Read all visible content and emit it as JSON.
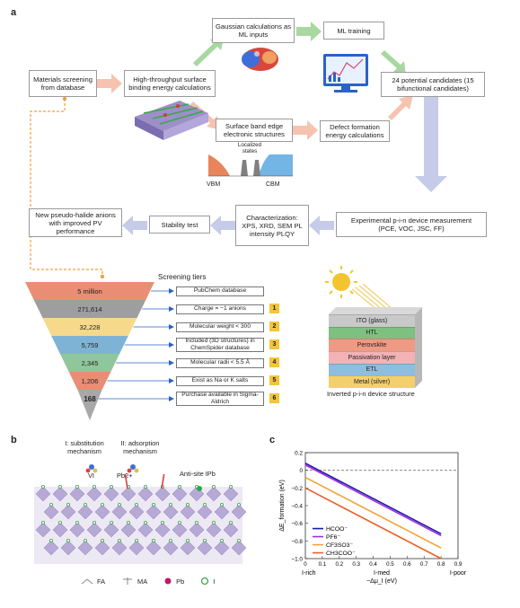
{
  "panel_labels": {
    "a": "a",
    "b": "b",
    "c": "c"
  },
  "flow": {
    "materials_screening": "Materials screening from database",
    "high_throughput": "High-throughput surface binding energy calculations",
    "gaussian": "Gaussian calculations as ML inputs",
    "ml_training": "ML training",
    "candidates": "24 potential candidates (15 bifunctional candidates)",
    "surface_band": "Surface band edge electronic structures",
    "defect_formation": "Defect formation energy calculations",
    "localized_states": "Localized states",
    "vbm": "VBM",
    "cbm": "CBM",
    "experimental": "Experimental p-i-n device measurement",
    "experimental_metrics": "(PCE, VOC, JSC, FF)",
    "characterization": "Characterization: XPS, XRD, SEM PL intensity PLQY",
    "stability": "Stability test",
    "new_anions": "New pseudo-halide anions with improved PV performance"
  },
  "screening": {
    "title": "Screening tiers",
    "tiers": [
      {
        "count": "5 million",
        "desc": "PubChem database",
        "num": "",
        "color": "#e98e74"
      },
      {
        "count": "271,614",
        "desc": "Charge = −1 anions",
        "num": "1",
        "color": "#9e9e9e"
      },
      {
        "count": "32,228",
        "desc": "Molecular weight < 300",
        "num": "2",
        "color": "#f6d98b"
      },
      {
        "count": "5,759",
        "desc": "Included (3D structures) in ChemSpider database",
        "num": "3",
        "color": "#7fb3d5"
      },
      {
        "count": "2,345",
        "desc": "Molecular radii < 5.5 Å",
        "num": "4",
        "color": "#8fc79a"
      },
      {
        "count": "1,206",
        "desc": "Exist as Na or K salts",
        "num": "5",
        "color": "#e98e74"
      },
      {
        "count": "168",
        "desc": "Purchase available in Sigma-Aldrich",
        "num": "6",
        "color": "#a8a8a8"
      }
    ]
  },
  "device": {
    "caption": "Inverted p-i-n device structure",
    "layers": [
      {
        "name": "ITO (glass)",
        "color": "#c9c9c9"
      },
      {
        "name": "HTL",
        "color": "#7ec07f"
      },
      {
        "name": "Perovskite",
        "color": "#ee9a84"
      },
      {
        "name": "Passivation layer",
        "color": "#f2b2b6"
      },
      {
        "name": "ETL",
        "color": "#8dbde0"
      },
      {
        "name": "Metal (silver)",
        "color": "#f3cf6e"
      }
    ]
  },
  "panel_b": {
    "mech1": "I: substitution mechanism",
    "mech2": "II: adsorption mechanism",
    "vi": "VI",
    "pb": "Pb2+",
    "antisite": "Anti-site IPb",
    "legend": [
      "FA",
      "MA",
      "Pb",
      "I"
    ]
  },
  "chart_data": {
    "type": "line",
    "title": "",
    "xlabel": "−Δμ_I (eV)",
    "ylabel": "ΔE_formation (eV)",
    "xlim": [
      0,
      0.9
    ],
    "ylim": [
      -1.0,
      0.2
    ],
    "x_ticks": [
      "0",
      "0.1",
      "0.2",
      "0.3",
      "0.4",
      "0.5",
      "0.6",
      "0.7",
      "0.8",
      "0.9"
    ],
    "y_ticks": [
      "0.2",
      "0",
      "−0.2",
      "−0.4",
      "−0.6",
      "−0.8",
      "−1.0"
    ],
    "x_region_labels": [
      "I-rich",
      "I-med",
      "I-poor"
    ],
    "series": [
      {
        "name": "HCOO⁻",
        "color": "#1a1aa8",
        "x": [
          0,
          0.8
        ],
        "y": [
          0.08,
          -0.72
        ]
      },
      {
        "name": "PF6⁻",
        "color": "#a42be0",
        "x": [
          0,
          0.8
        ],
        "y": [
          0.06,
          -0.74
        ]
      },
      {
        "name": "CF3SO3⁻",
        "color": "#f1a233",
        "x": [
          0,
          0.8
        ],
        "y": [
          -0.08,
          -0.88
        ]
      },
      {
        "name": "CH3COO⁻",
        "color": "#e8622a",
        "x": [
          0,
          0.8
        ],
        "y": [
          -0.2,
          -1.0
        ]
      }
    ]
  }
}
